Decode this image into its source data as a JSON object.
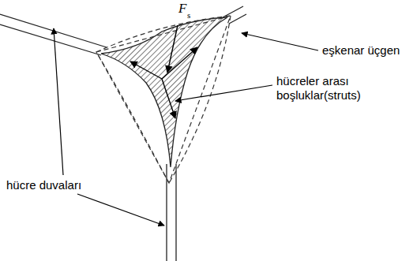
{
  "diagram": {
    "labels": [
      "F",
      "s",
      "eşkenar üçgen",
      "hücreler arası boşluklar(struts)",
      "hücre duvaları"
    ]
  }
}
